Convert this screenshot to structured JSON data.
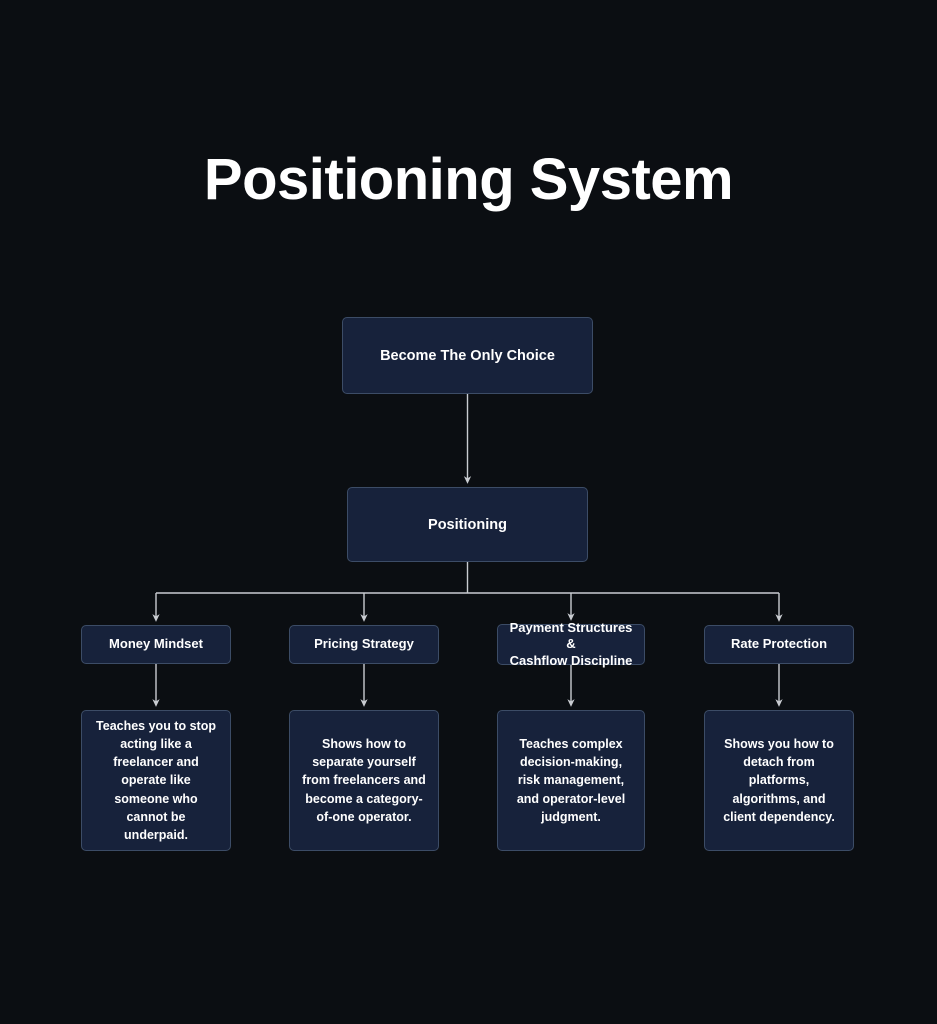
{
  "page": {
    "title": "Positioning System",
    "background_color": "#0b0e12",
    "node_fill": "#17223b",
    "node_border": "#3c4c66",
    "connector_color": "#c9ccd1",
    "text_color": "#ffffff"
  },
  "diagram": {
    "type": "tree",
    "root": {
      "label": "Become The Only Choice"
    },
    "level1": {
      "label": "Positioning"
    },
    "branches": [
      {
        "category": "Money Mindset",
        "description": "Teaches you to stop acting like a freelancer and operate like someone who cannot be underpaid."
      },
      {
        "category": "Pricing Strategy",
        "description": "Shows how to separate yourself from freelancers and become a category-of-one operator."
      },
      {
        "category": "Payment Structures &\nCashflow Discipline",
        "description": "Teaches complex decision-making, risk management, and operator-level judgment."
      },
      {
        "category": "Rate Protection",
        "description": "Shows you how to detach from platforms, algorithms, and client dependency."
      }
    ]
  }
}
